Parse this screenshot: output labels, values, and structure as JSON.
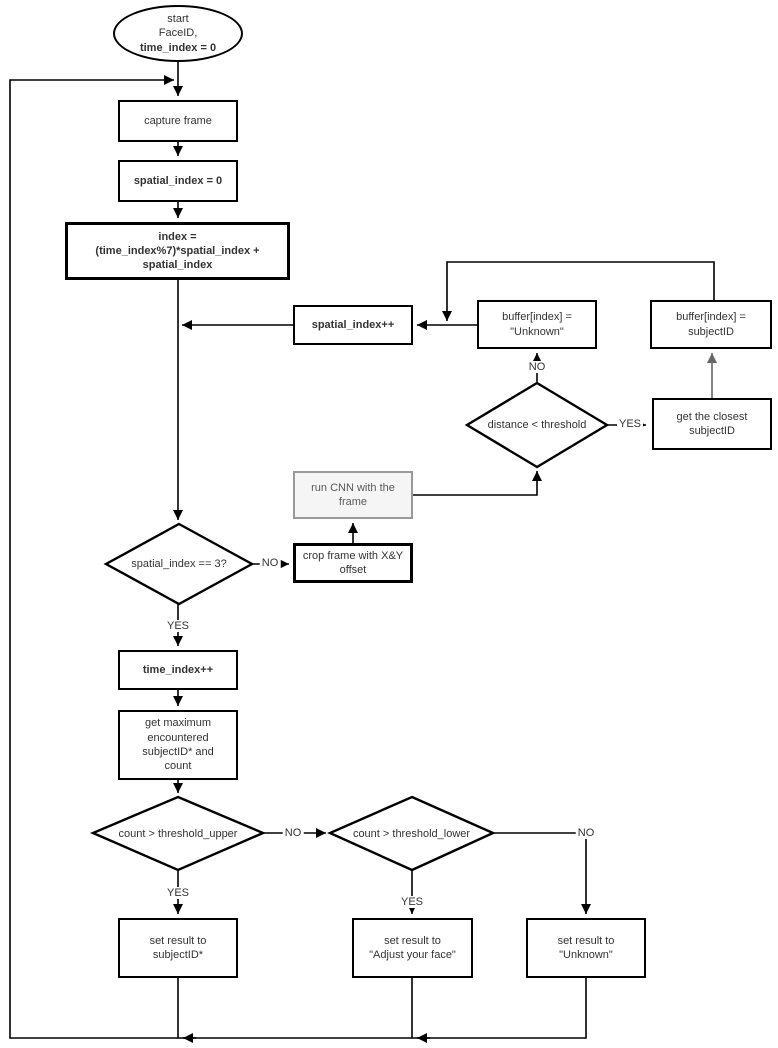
{
  "colors": {
    "edge": "#000000",
    "muted_edge": "#666666",
    "node_border": "#000000",
    "muted_border": "#999999",
    "muted_fill": "#f5f5f5",
    "muted_text": "#595959",
    "text": "#333333",
    "canvas_bg": "#ffffff"
  },
  "diagram": {
    "nodes": {
      "start_lines": "start\nFaceID,",
      "start_bold": "time_index = 0",
      "capture_frame": "capture frame",
      "spatial_index_zero": "spatial_index = 0",
      "index_calc": "index =\n(time_index%7)*spatial_index +\nspatial_index",
      "spatial_index_inc": "spatial_index++",
      "buffer_unknown": "buffer[index] =\n\"Unknown\"",
      "buffer_subjectid": "buffer[index] =\nsubjectID",
      "get_closest": "get the closest\nsubjectID",
      "run_cnn": "run CNN with the\nframe",
      "crop_frame": "crop frame with X&Y\noffset",
      "time_index_inc": "time_index++",
      "get_max": "get maximum\nencountered\nsubjectID* and\ncount",
      "result_subjectid": "set result to\nsubjectID*",
      "result_adjust": "set result to\n\"Adjust your face\"",
      "result_unknown": "set result to\n\"Unknown\""
    },
    "decisions": {
      "distance": "distance < threshold",
      "spatial": "spatial_index == 3?",
      "upper": "count > threshold_upper",
      "lower": "count > threshold_lower"
    },
    "edge_labels": {
      "spatial_no": "NO",
      "spatial_yes": "YES",
      "distance_no": "NO",
      "distance_yes": "YES",
      "upper_no": "NO",
      "upper_yes": "YES",
      "lower_no": "NO",
      "lower_yes": "YES"
    }
  }
}
